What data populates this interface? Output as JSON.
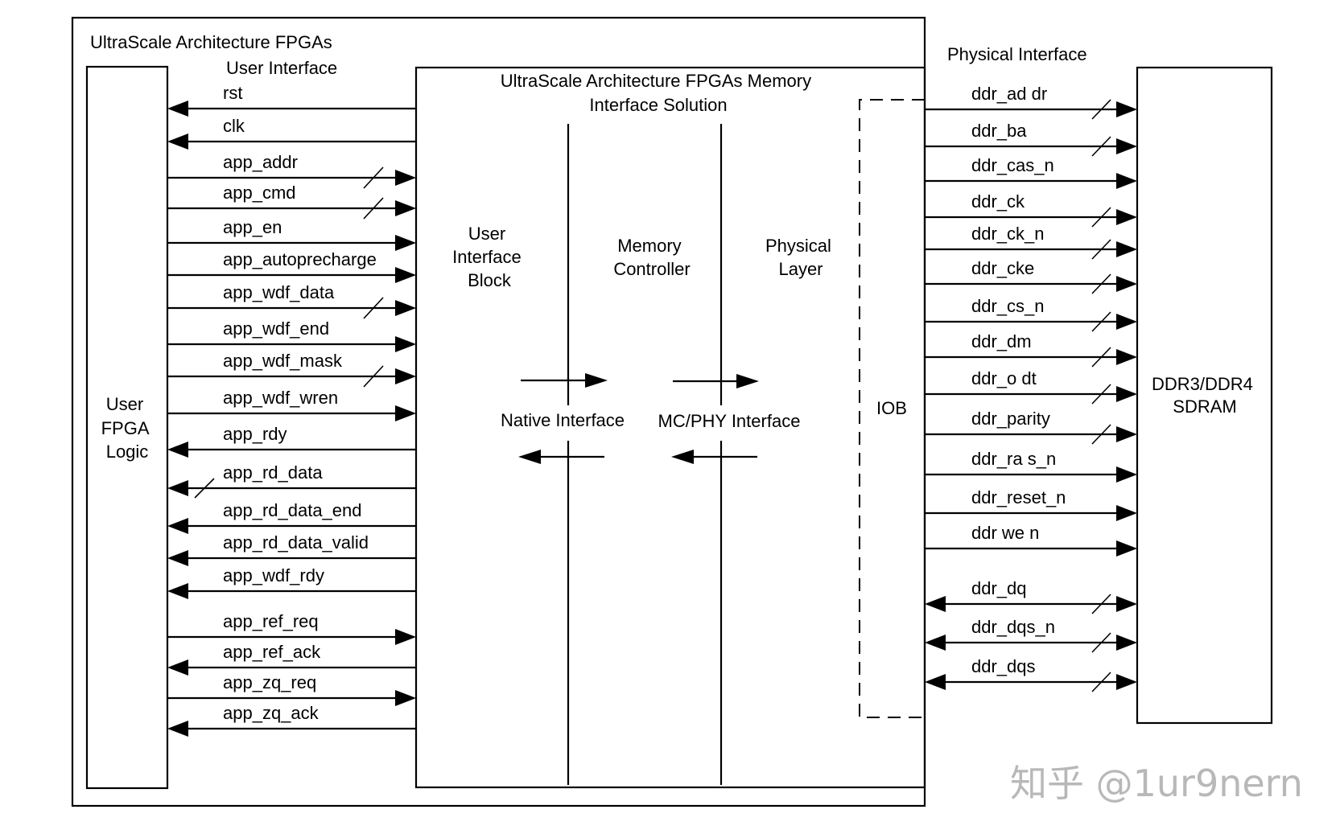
{
  "labels": {
    "outer_title": "UltraScale Architecture FPGAs",
    "user_interface": "User Interface",
    "solution_title_line1": "UltraScale Architecture FPGAs Memory",
    "solution_title_line2": "Interface Solution",
    "physical_interface": "Physical Interface",
    "user_fpga_logic": [
      "User",
      "FPGA",
      "Logic"
    ],
    "user_interface_block": [
      "User",
      "Interface",
      "Block"
    ],
    "memory_controller": [
      "Memory",
      "Controller"
    ],
    "physical_layer": [
      "Physical",
      "Layer"
    ],
    "native_interface": "Native Interface",
    "mc_phy_interface": "MC/PHY Interface",
    "iob": "IOB",
    "sdram": [
      "DDR3/DDR4",
      "SDRAM"
    ]
  },
  "user_signals": [
    {
      "name": "rst",
      "dir": "in",
      "bus": false
    },
    {
      "name": "clk",
      "dir": "in",
      "bus": false
    },
    {
      "name": "app_addr",
      "dir": "out",
      "bus": true
    },
    {
      "name": "app_cmd",
      "dir": "out",
      "bus": true
    },
    {
      "name": "app_en",
      "dir": "out",
      "bus": false
    },
    {
      "name": "app_autoprecharge",
      "dir": "out",
      "bus": false
    },
    {
      "name": "app_wdf_data",
      "dir": "out",
      "bus": true
    },
    {
      "name": "app_wdf_end",
      "dir": "out",
      "bus": false
    },
    {
      "name": "app_wdf_mask",
      "dir": "out",
      "bus": true
    },
    {
      "name": "app_wdf_wren",
      "dir": "out",
      "bus": false
    },
    {
      "name": "app_rdy",
      "dir": "in",
      "bus": false
    },
    {
      "name": "app_rd_data",
      "dir": "in",
      "bus": true
    },
    {
      "name": "app_rd_data_end",
      "dir": "in",
      "bus": false
    },
    {
      "name": "app_rd_data_valid",
      "dir": "in",
      "bus": false
    },
    {
      "name": "app_wdf_rdy",
      "dir": "in",
      "bus": false
    },
    {
      "name": "app_ref_req",
      "dir": "out",
      "bus": false
    },
    {
      "name": "app_ref_ack",
      "dir": "in",
      "bus": false
    },
    {
      "name": "app_zq_req",
      "dir": "out",
      "bus": false
    },
    {
      "name": "app_zq_ack",
      "dir": "in",
      "bus": false
    }
  ],
  "phy_signals": [
    {
      "name": "ddr_ad dr",
      "dir": "out",
      "bus": true
    },
    {
      "name": "ddr_ba",
      "dir": "out",
      "bus": true
    },
    {
      "name": "ddr_cas_n",
      "dir": "out",
      "bus": false
    },
    {
      "name": "ddr_ck",
      "dir": "out",
      "bus": true
    },
    {
      "name": "ddr_ck_n",
      "dir": "out",
      "bus": true
    },
    {
      "name": "ddr_cke",
      "dir": "out",
      "bus": true
    },
    {
      "name": "ddr_cs_n",
      "dir": "out",
      "bus": true
    },
    {
      "name": "ddr_dm",
      "dir": "out",
      "bus": true
    },
    {
      "name": "ddr_o dt",
      "dir": "out",
      "bus": true
    },
    {
      "name": "ddr_parity",
      "dir": "out",
      "bus": true
    },
    {
      "name": "ddr_ra s_n",
      "dir": "out",
      "bus": false
    },
    {
      "name": "ddr_reset_n",
      "dir": "out",
      "bus": false
    },
    {
      "name": "ddr we n",
      "dir": "out",
      "bus": false
    },
    {
      "name": "ddr_dq",
      "dir": "bidir",
      "bus": true
    },
    {
      "name": "ddr_dqs_n",
      "dir": "bidir",
      "bus": true
    },
    {
      "name": "ddr_dqs",
      "dir": "bidir",
      "bus": true
    }
  ],
  "watermark": "知乎 @1ur9nern"
}
